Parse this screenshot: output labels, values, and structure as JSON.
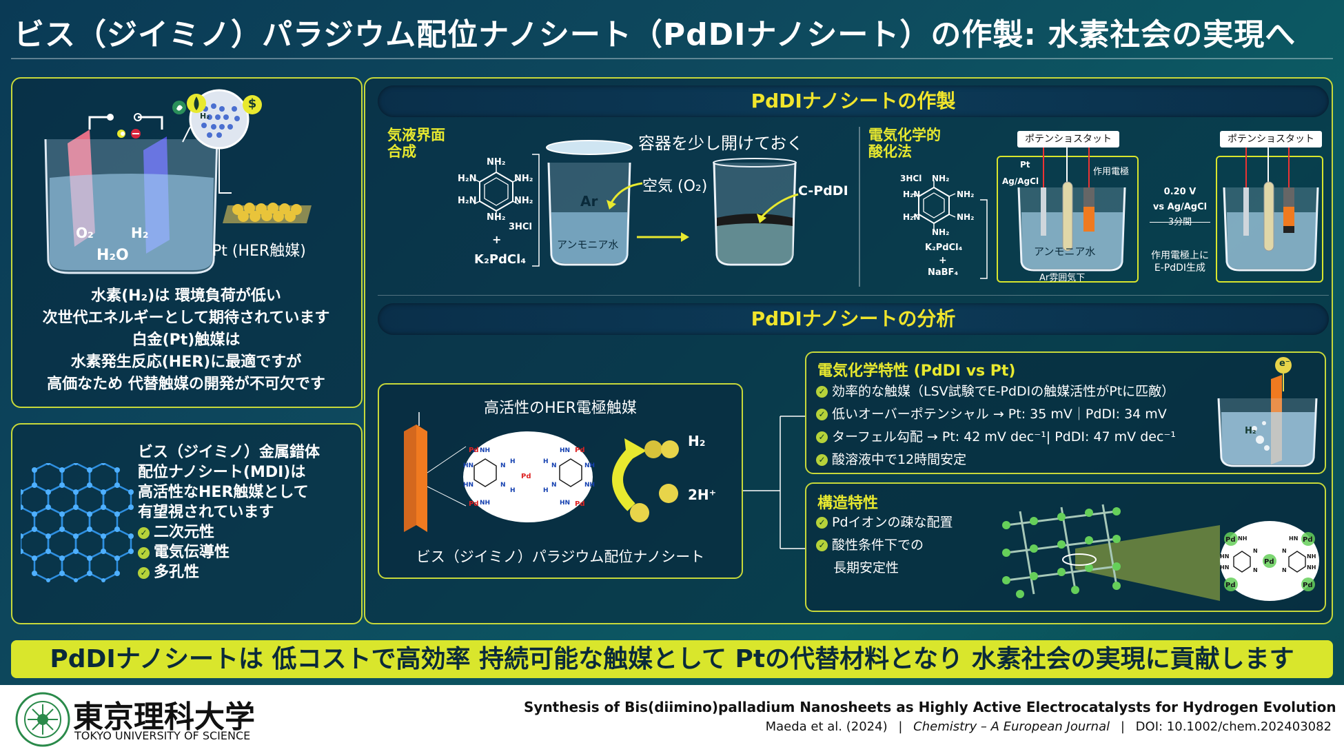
{
  "title": "ビス（ジイミノ）パラジウム配位ナノシート（PdDIナノシート）の作製: 水素社会の実現へ",
  "left_top": {
    "labels": {
      "o2": "O₂",
      "h2": "H₂",
      "h2o": "H₂O",
      "h2_small": "H₂",
      "pt": "Pt (HER触媒)",
      "dollar": "$"
    },
    "text": [
      "水素(H₂)は 環境負荷が低い",
      "次世代エネルギーとして期待されています",
      "白金(Pt)触媒は",
      "水素発生反応(HER)に最適ですが",
      "高価なため 代替触媒の開発が不可欠です"
    ]
  },
  "left_bottom": {
    "text": [
      "ビス（ジイミノ）金属錯体",
      "配位ナノシート(MDI)は",
      "高活性なHER触媒として",
      "有望視されています"
    ],
    "features": [
      "二次元性",
      "電気伝導性",
      "多孔性"
    ]
  },
  "synthesis": {
    "banner": "PdDIナノシートの作製",
    "gas_liquid": {
      "title_1": "気液界面",
      "title_2": "合成",
      "container_note": "容器を少し開けておく",
      "air": "空気 (O₂)",
      "ar": "Ar",
      "solution": "アンモニア水",
      "product": "C-PdDI",
      "reagent_plus": "+",
      "reagent_2": "K₂PdCl₄",
      "hcl": "3HCl",
      "nh2": "NH₂",
      "h2n": "H₂N"
    },
    "electrochem": {
      "title_1": "電気化学的",
      "title_2": "酸化法",
      "potentiostat": "ポテンショスタット",
      "potentiostat_2": "ポテンショスタット",
      "pt": "Pt",
      "ref": "Ag/AgCl",
      "working": "作用電極",
      "solution": "アンモニア水",
      "atmosphere": "Ar雰囲気下",
      "voltage": "0.20 V",
      "vs": "vs Ag/AgCl",
      "time": "3分間",
      "result_1": "作用電極上に",
      "result_2": "E-PdDI生成",
      "hcl": "3HCl",
      "reagent_2": "K₂PdCl₄",
      "plus": "+",
      "reagent_3": "NaBF₄"
    }
  },
  "analysis": {
    "banner": "PdDIナノシートの分析",
    "catalyst_box": {
      "title": "高活性のHER電極触媒",
      "caption": "ビス（ジイミノ）パラジウム配位ナノシート",
      "h2": "H₂",
      "protons": "2H⁺"
    },
    "electrochem_props": {
      "title": "電気化学特性 (PdDI vs Pt)",
      "items": [
        "効率的な触媒（LSV試験でE-PdDIの触媒活性がPtに匹敵）",
        "低いオーバーポテンシャル → Pt: 35 mV｜PdDI: 34 mV",
        "ターフェル勾配 → Pt: 42 mV dec⁻¹| PdDI: 47 mV dec⁻¹",
        "酸溶液中で12時間安定"
      ],
      "electron": "e⁻",
      "h2": "H₂"
    },
    "structure_props": {
      "title": "構造特性",
      "items": [
        "Pdイオンの疎な配置",
        "酸性条件下での",
        "長期安定性"
      ]
    }
  },
  "conclusion": "PdDIナノシートは 低コストで高効率 持続可能な触媒として Ptの代替材料となり 水素社会の実現に貢献します",
  "footer": {
    "university_jp": "東京理科大学",
    "university_en": "TOKYO UNIVERSITY OF SCIENCE",
    "paper_title": "Synthesis of Bis(diimino)palladium Nanosheets as Highly Active Electrocatalysts for Hydrogen Evolution",
    "authors": "Maeda et al. (2024)",
    "journal": "Chemistry – A European Journal",
    "doi": "DOI: 10.1002/chem.202403082",
    "sep": "|"
  }
}
